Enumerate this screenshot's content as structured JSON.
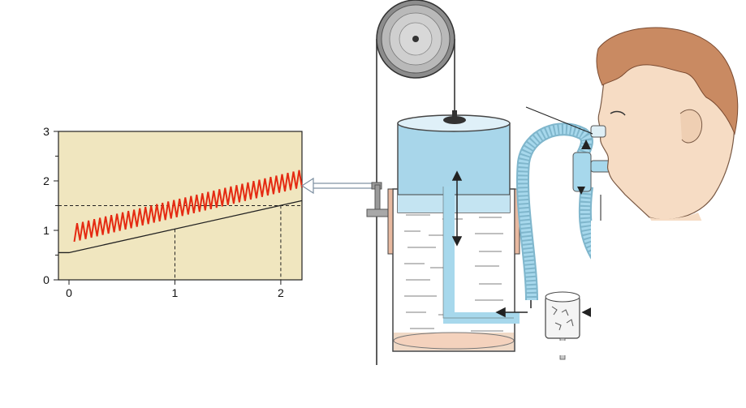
{
  "chart_data": {
    "type": "line",
    "x_ticks": [
      "0",
      "1",
      "2"
    ],
    "y_ticks": [
      "0",
      "1",
      "2",
      "3"
    ],
    "xlim": [
      0,
      2.2
    ],
    "ylim": [
      0,
      3
    ],
    "grid": false,
    "reference_lines": {
      "y": 1.5,
      "x": [
        1,
        2
      ]
    },
    "series": [
      {
        "x": [
          0,
          2.2
        ],
        "y": [
          0.55,
          1.6
        ]
      },
      {
        "x": [
          0.05,
          2.2
        ],
        "y": [
          0.95,
          2.05
        ],
        "amplitude": 0.18,
        "cycles": 40
      }
    ]
  },
  "colors": {
    "plot_bg": "#f0e6bf",
    "trace": "#e52a12",
    "water": "#b9dcec",
    "bell": "#a8d6ea",
    "tube": "#a7d8ec",
    "skin": "#f6dcc4",
    "hair": "#c98a62",
    "sediment": "#f0d9c6"
  },
  "icons": {
    "pulley": "pulley-icon",
    "co2_absorber": "soda-lime-canister-icon",
    "head": "subject-head-icon"
  }
}
